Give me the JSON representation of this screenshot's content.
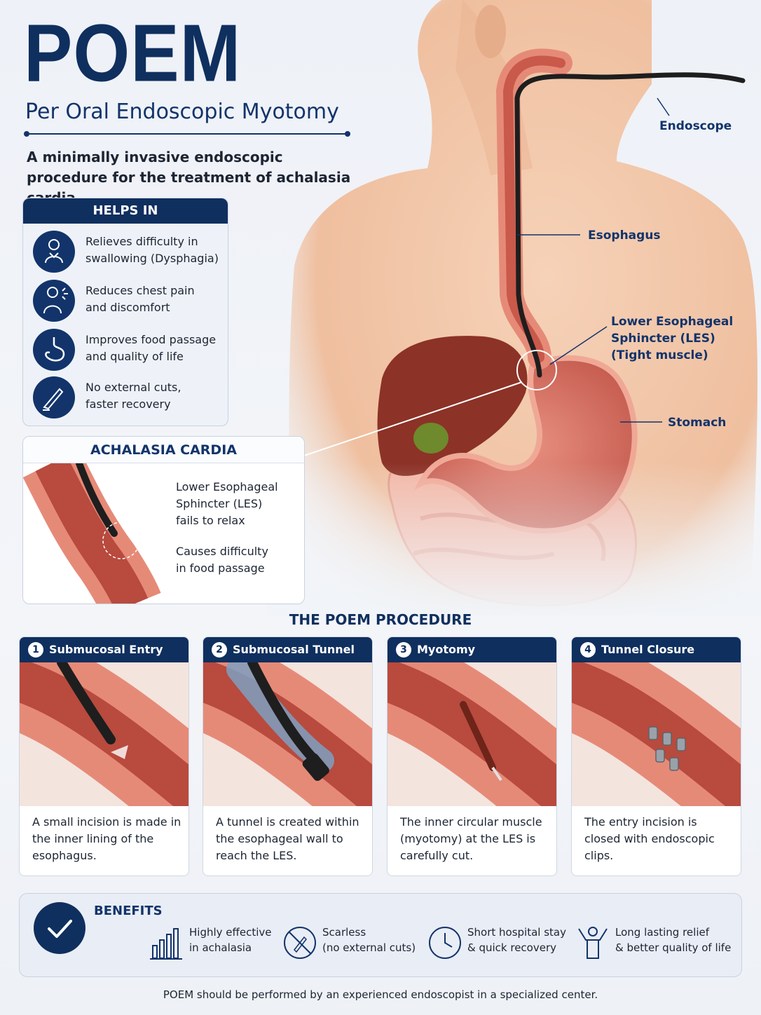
{
  "header": {
    "title": "POEM",
    "subtitle": "Per Oral Endoscopic Myotomy",
    "intro": "A minimally invasive endoscopic procedure for the treatment of achalasia cardia."
  },
  "anatomy": {
    "labels": {
      "endoscope": "Endoscope",
      "esophagus": "Esophagus",
      "les_line1": "Lower Esophageal",
      "les_line2": "Sphincter (LES)",
      "les_line3": "(Tight muscle)",
      "stomach": "Stomach"
    }
  },
  "helps_in": {
    "heading": "HELPS IN",
    "items": [
      {
        "icon": "throat-discomfort-icon",
        "line1": "Relieves difficulty in",
        "line2": "swallowing (Dysphagia)"
      },
      {
        "icon": "chest-pain-icon",
        "line1": "Reduces chest pain",
        "line2": "and discomfort"
      },
      {
        "icon": "stomach-icon",
        "line1": "Improves food passage",
        "line2": "and quality of life"
      },
      {
        "icon": "scalpel-icon",
        "line1": "No external cuts,",
        "line2": "faster recovery"
      }
    ]
  },
  "achalasia": {
    "heading": "ACHALASIA CARDIA",
    "note1": [
      "Lower Esophageal",
      "Sphincter (LES)",
      "fails to relax"
    ],
    "note2": [
      "Causes difficulty",
      "in food passage"
    ]
  },
  "procedure": {
    "heading": "THE POEM PROCEDURE",
    "steps": [
      {
        "num": "1",
        "title": "Submucosal Entry",
        "desc": "A small incision is made in the inner lining of the esophagus."
      },
      {
        "num": "2",
        "title": "Submucosal Tunnel",
        "desc": "A tunnel is created within the esophageal wall to reach the LES."
      },
      {
        "num": "3",
        "title": "Myotomy",
        "desc": "The inner circular muscle (myotomy) at the LES is carefully cut."
      },
      {
        "num": "4",
        "title": "Tunnel Closure",
        "desc": "The entry incision is closed with endoscopic clips."
      }
    ]
  },
  "benefits": {
    "heading": "BENEFITS",
    "items": [
      {
        "icon": "growth-bars-icon",
        "line1": "Highly effective",
        "line2": "in achalasia"
      },
      {
        "icon": "no-scalpel-icon",
        "line1": "Scarless",
        "line2": "(no external cuts)"
      },
      {
        "icon": "clock-icon",
        "line1": "Short hospital stay",
        "line2": "& quick recovery"
      },
      {
        "icon": "happy-person-icon",
        "line1": "Long lasting relief",
        "line2": "& better quality of life"
      }
    ]
  },
  "footer": "POEM should be performed by an experienced endoscopist in a specialized center.",
  "colors": {
    "navy": "#0f2f5e",
    "tissue": "#d9786a",
    "skin": "#f1c3a4"
  }
}
